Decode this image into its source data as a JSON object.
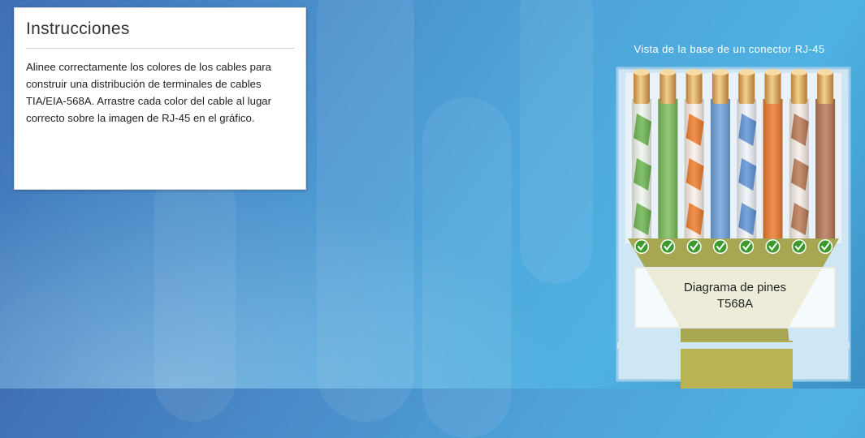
{
  "instructions": {
    "title": "Instrucciones",
    "body": "Alinee correctamente los colores de los cables para construir una distribución de terminales de cables TIA/EIA-568A. Arrastre cada color del cable al lugar correcto sobre la imagen de RJ-45 en el gráfico."
  },
  "connector": {
    "caption": "Vista de la base de un conector RJ-45",
    "diagram_label_line1": "Diagrama de pines",
    "diagram_label_line2": "T568A",
    "wires": [
      {
        "name": "white-green",
        "base": "#f2f7ef",
        "stripe": "#6cb651"
      },
      {
        "name": "green",
        "base": "#7dc05e",
        "stripe": "#7dc05e"
      },
      {
        "name": "white-orange",
        "base": "#fbf1e8",
        "stripe": "#ef7d2d"
      },
      {
        "name": "blue",
        "base": "#6fa3dc",
        "stripe": "#6fa3dc"
      },
      {
        "name": "white-blue",
        "base": "#f1f5fb",
        "stripe": "#5f95d6"
      },
      {
        "name": "orange",
        "base": "#ef7c31",
        "stripe": "#ef7c31"
      },
      {
        "name": "white-brown",
        "base": "#f7efe8",
        "stripe": "#bb7a55"
      },
      {
        "name": "brown",
        "base": "#b9795a",
        "stripe": "#b9795a"
      }
    ],
    "check_icon": "checkmark-icon",
    "colors": {
      "copper": "#d9a35c",
      "check_green": "#3a9a2e",
      "frame": "#a9d3ec",
      "olive": "#a7a753"
    }
  }
}
